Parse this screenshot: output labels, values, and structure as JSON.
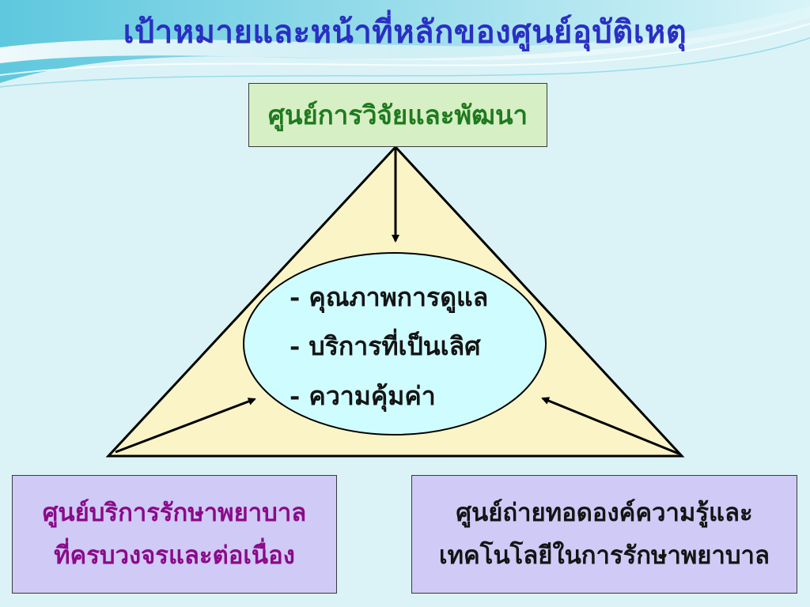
{
  "slide": {
    "title": "เป้าหมายและหน้าที่หลักของศูนย์อุบัติเหตุ"
  },
  "diagram": {
    "top_box": {
      "label": "ศูนย์การวิจัยและพัฒนา"
    },
    "left_box": {
      "lines": [
        "ศูนย์บริการรักษาพยาบาล",
        "ที่ครบวงจรและต่อเนื่อง"
      ]
    },
    "right_box": {
      "lines": [
        "ศูนย์ถ่ายทอดองค์ความรู้และ",
        "เทคโนโลยีในการรักษาพยาบาล"
      ]
    },
    "center_items": [
      "- คุณภาพการดูแล",
      "- บริการที่เป็นเลิศ",
      "- ความคุ้มค่า"
    ]
  },
  "colors": {
    "background": "#dbf3f7",
    "title_text": "#2a2fc4",
    "top_box_text": "#1f7a1f",
    "top_box_fill": "#d7efc4",
    "side_box_fill": "#cfcaf6",
    "left_box_text": "#8a0a8a",
    "right_box_text": "#141414",
    "triangle_fill": "#faf4c6",
    "ellipse_fill": "#cffcff",
    "center_text": "#141414"
  }
}
